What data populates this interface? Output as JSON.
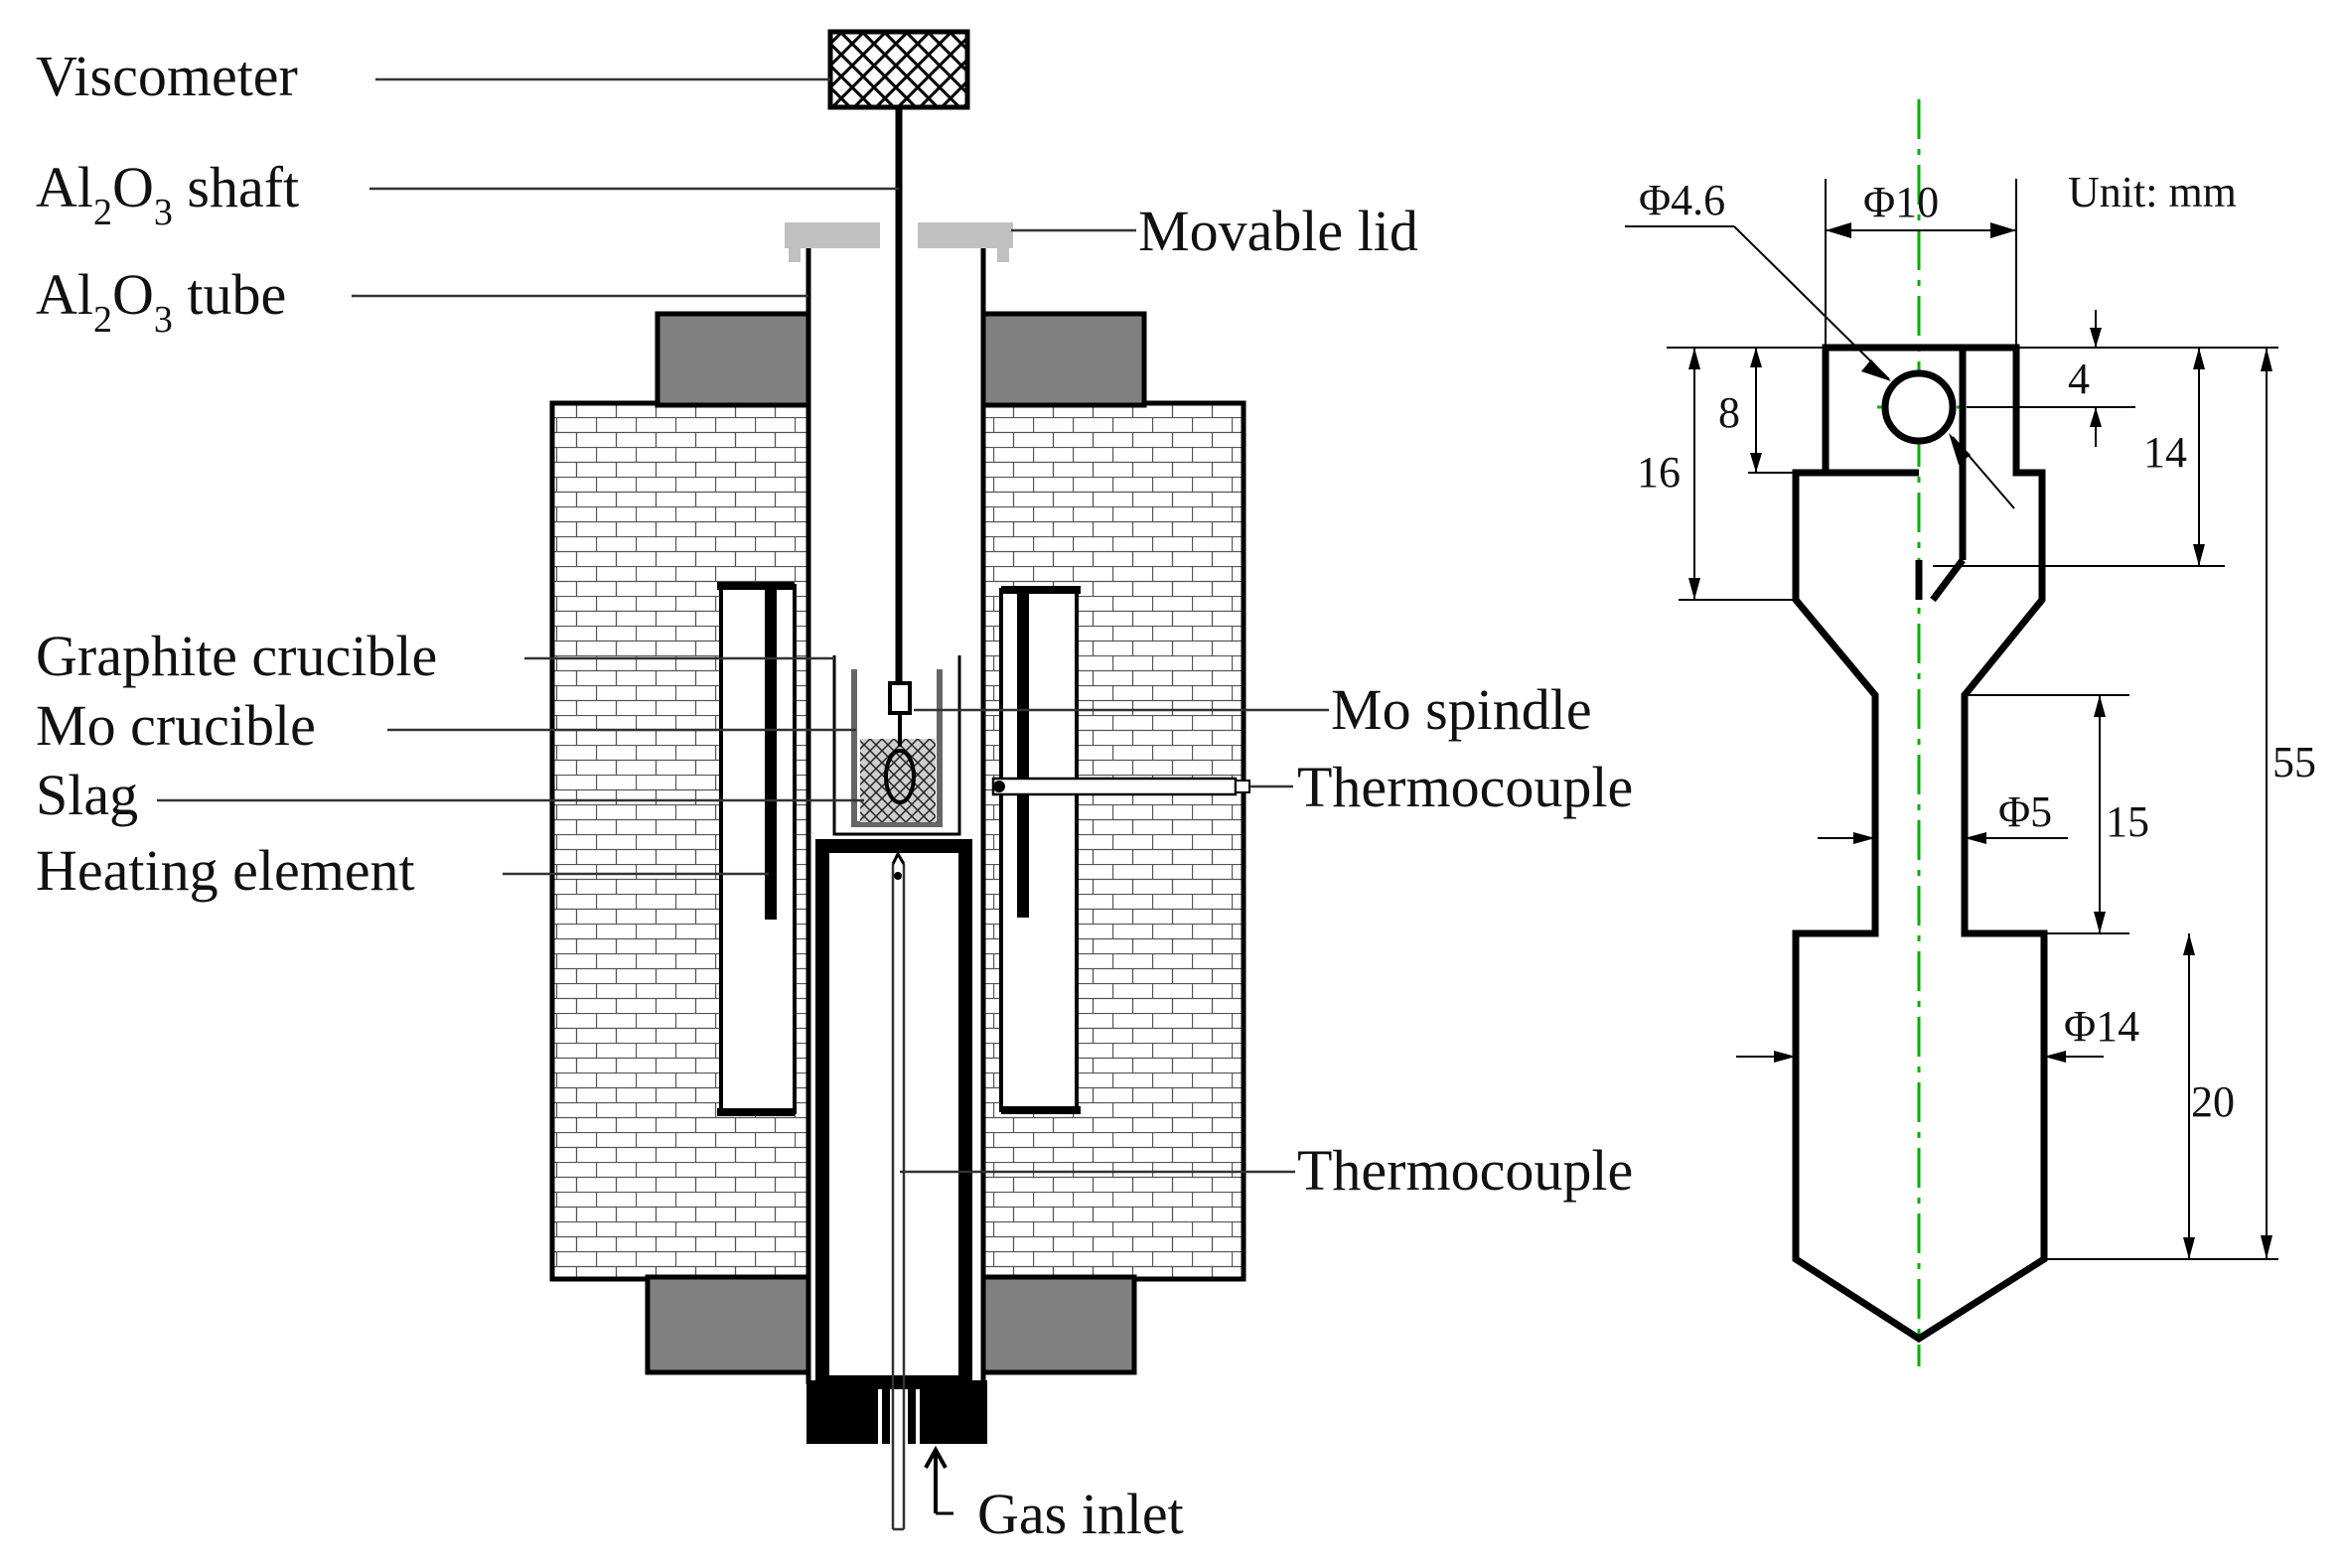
{
  "colors": {
    "cap_gray": "#808080",
    "lid_gray": "#c0c0c0",
    "slag_fill": "#cfcfcf",
    "centerline_green": "#00b000",
    "outline": "#000000"
  },
  "furnace": {
    "labels": {
      "viscometer": "Viscometer",
      "shaft_pre": "Al",
      "shaft_sub1": "2",
      "shaft_mid": "O",
      "shaft_sub2": "3",
      "shaft_post": " shaft",
      "tube_pre": "Al",
      "tube_sub1": "2",
      "tube_mid": "O",
      "tube_sub2": "3",
      "tube_post": " tube",
      "movable_lid": "Movable lid",
      "graphite_crucible": "Graphite crucible",
      "mo_crucible": "Mo crucible",
      "slag": "Slag",
      "heating_element": "Heating element",
      "mo_spindle": "Mo spindle",
      "thermocouple_side": "Thermocouple",
      "thermocouple_bottom": "Thermocouple",
      "gas_inlet": "Gas inlet"
    }
  },
  "spindle": {
    "unit": "Unit: mm",
    "dims": {
      "hole_dia": "Φ4.6",
      "head_dia": "Φ10",
      "d4": "4",
      "d8": "8",
      "d16": "16",
      "d14": "14",
      "neck_dia": "Φ5",
      "d15": "15",
      "d55": "55",
      "body_dia": "Φ14",
      "d20": "20"
    }
  }
}
